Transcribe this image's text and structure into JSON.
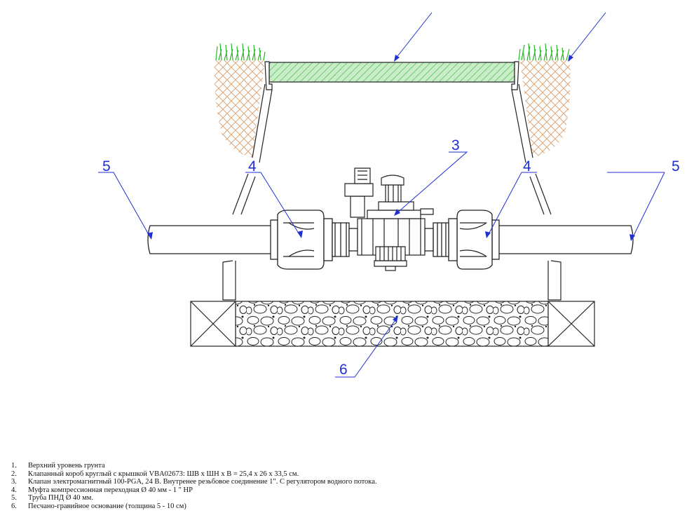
{
  "diagram": {
    "callouts": {
      "c3": "3",
      "c4_left": "4",
      "c4_right": "4",
      "c5_left": "5",
      "c5_right": "5",
      "c6": "6"
    },
    "colors": {
      "outline": "#222222",
      "leader": "#1f2fd6",
      "grass": "#22bb22",
      "lid_fill": "#c9ecc9",
      "lid_hatch": "#46c046",
      "soil": "#d8a070"
    }
  },
  "legend": {
    "items": [
      {
        "num": "1.",
        "text": "Верхний уровень грунта"
      },
      {
        "num": "2.",
        "text": "Клапанный короб круглый с крышкой VBA02673: ШВ х ШН х В = 25,4 х 26 х 33,5 см."
      },
      {
        "num": "3.",
        "text": "Клапан электромагнитный 100-PGA, 24 В. Внутренее резьбовое соединение 1\". С регулятором водного потока."
      },
      {
        "num": "4.",
        "text": "Муфта компрессионная переходная Ø 40 мм - 1 \" НР"
      },
      {
        "num": "5.",
        "text": "Труба ПНД Ø 40 мм."
      },
      {
        "num": "6.",
        "text": "Песчано-гравийное основание (толщина 5 - 10 см)"
      }
    ]
  }
}
